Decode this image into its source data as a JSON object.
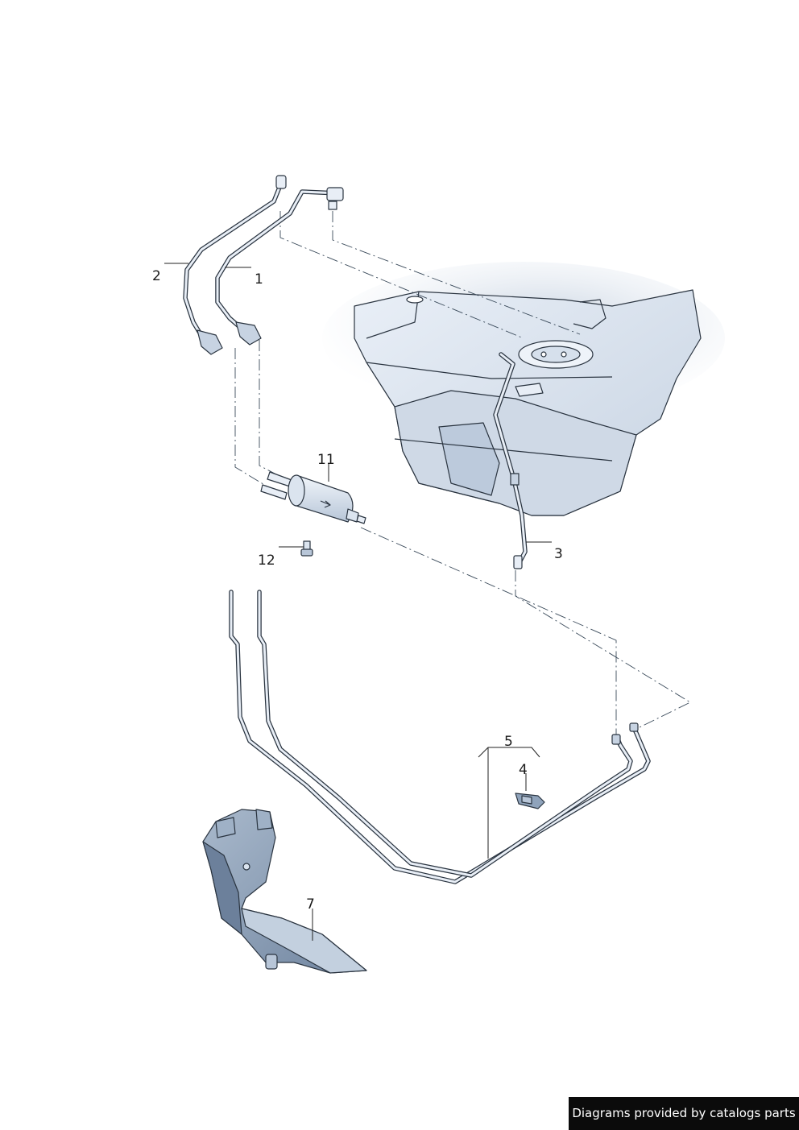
{
  "callouts": {
    "p1": "1",
    "p2": "2",
    "p3": "3",
    "p4": "4",
    "p5": "5",
    "p7": "7",
    "p11": "11",
    "p12": "12"
  },
  "footer": {
    "credit": "Diagrams provided by catalogs parts"
  },
  "colors": {
    "line": "#2a3440",
    "tank_fill": "#dde6f1",
    "bracket_fill": "#8fa3bb",
    "credit_bg": "#0b0b0b"
  }
}
